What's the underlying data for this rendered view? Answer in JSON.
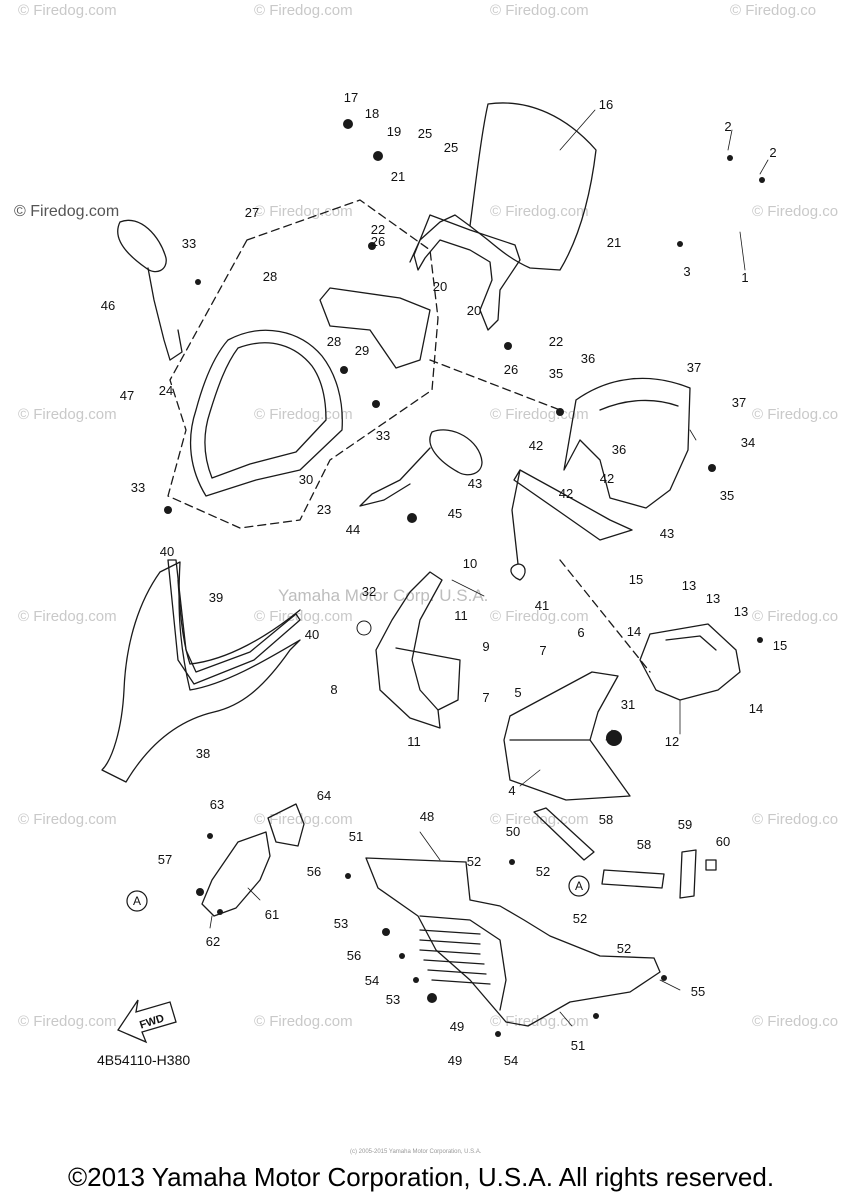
{
  "watermark": {
    "text": "© Firedog.com",
    "short_text": "© Firedog.co",
    "center_text": "Yamaha Motor Corp. U.S.A."
  },
  "diagram": {
    "code": "4B54110-H380",
    "tiny_note": "(c) 2005-2015 Yamaha Motor Corporation, U.S.A.",
    "copyright": "©2013 Yamaha Motor Corporation, U.S.A. All rights reserved.",
    "ref_marker": "A",
    "fwd_label": "FWD",
    "callouts": [
      "1",
      "2",
      "2",
      "3",
      "4",
      "5",
      "6",
      "7",
      "7",
      "8",
      "9",
      "10",
      "11",
      "11",
      "12",
      "13",
      "13",
      "13",
      "14",
      "14",
      "15",
      "15",
      "16",
      "17",
      "18",
      "19",
      "20",
      "20",
      "21",
      "21",
      "22",
      "22",
      "23",
      "24",
      "25",
      "25",
      "26",
      "26",
      "27",
      "28",
      "28",
      "29",
      "30",
      "31",
      "32",
      "33",
      "33",
      "33",
      "34",
      "35",
      "35",
      "36",
      "36",
      "37",
      "37",
      "38",
      "39",
      "40",
      "40",
      "41",
      "42",
      "42",
      "42",
      "43",
      "43",
      "44",
      "45",
      "46",
      "47",
      "48",
      "49",
      "49",
      "50",
      "51",
      "51",
      "52",
      "52",
      "52",
      "52",
      "53",
      "53",
      "54",
      "54",
      "55",
      "56",
      "56",
      "57",
      "58",
      "58",
      "59",
      "60",
      "61",
      "62",
      "63",
      "64"
    ]
  },
  "colors": {
    "line": "#1a1a1a",
    "watermark": "#c9c9c9",
    "background": "#ffffff"
  }
}
